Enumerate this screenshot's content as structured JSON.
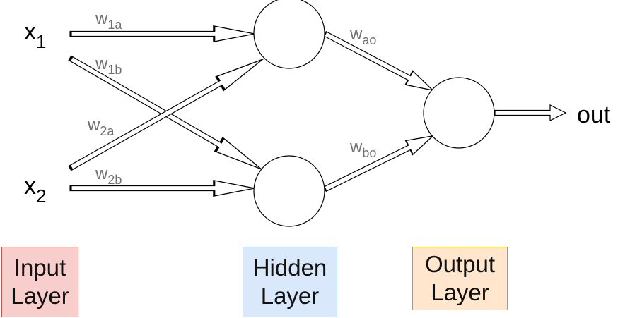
{
  "inputs": [
    {
      "base": "x",
      "sub": "1"
    },
    {
      "base": "x",
      "sub": "2"
    }
  ],
  "output": {
    "label": "out"
  },
  "weights": {
    "w1a": {
      "base": "w",
      "sub": "1a"
    },
    "w1b": {
      "base": "w",
      "sub": "1b"
    },
    "w2a": {
      "base": "w",
      "sub": "2a"
    },
    "w2b": {
      "base": "w",
      "sub": "2b"
    },
    "wao": {
      "base": "w",
      "sub": "ao"
    },
    "wbo": {
      "base": "w",
      "sub": "bo"
    }
  },
  "layers": {
    "input": {
      "line1": "Input",
      "line2": "Layer",
      "fill": "#f8cecc",
      "border": "#b85450"
    },
    "hidden": {
      "line1": "Hidden",
      "line2": "Layer",
      "fill": "#dae8fc",
      "border": "#6c8ebf"
    },
    "output": {
      "line1": "Output",
      "line2": "Layer",
      "fill": "#ffe6cc",
      "border": "#d79b00"
    }
  },
  "colors": {
    "stroke": "#000000",
    "weight_text": "#707070"
  }
}
